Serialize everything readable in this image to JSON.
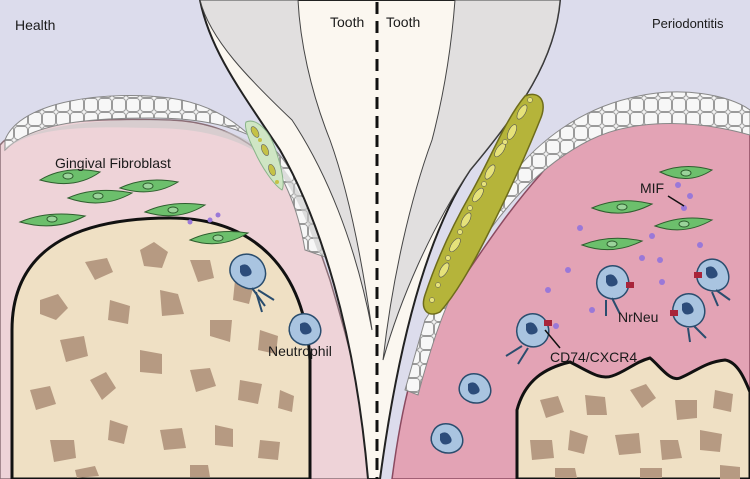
{
  "labels": {
    "health": "Health",
    "periodontitis": "Periodontitis",
    "tooth_left": "Tooth",
    "tooth_right": "Tooth",
    "gingival_fibroblast": "Gingival Fibroblast",
    "neutrophil": "Neutrophil",
    "mif": "MIF",
    "nrneu": "NrNeu",
    "cd74_cxcr4": "CD74/CXCR4"
  },
  "colors": {
    "background": "#dcdcec",
    "tooth": "#fbf7f0",
    "gingiva_health": "#eed3d8",
    "gingiva_disease": "#e3a3b5",
    "bone": "#efe0c4",
    "bone_spots": "#b69a82",
    "fibroblast": "#6cbf6c",
    "neutrophil": "#a9c4e0",
    "biofilm": "#b5b43a",
    "mif_particle": "#9a78d8"
  }
}
